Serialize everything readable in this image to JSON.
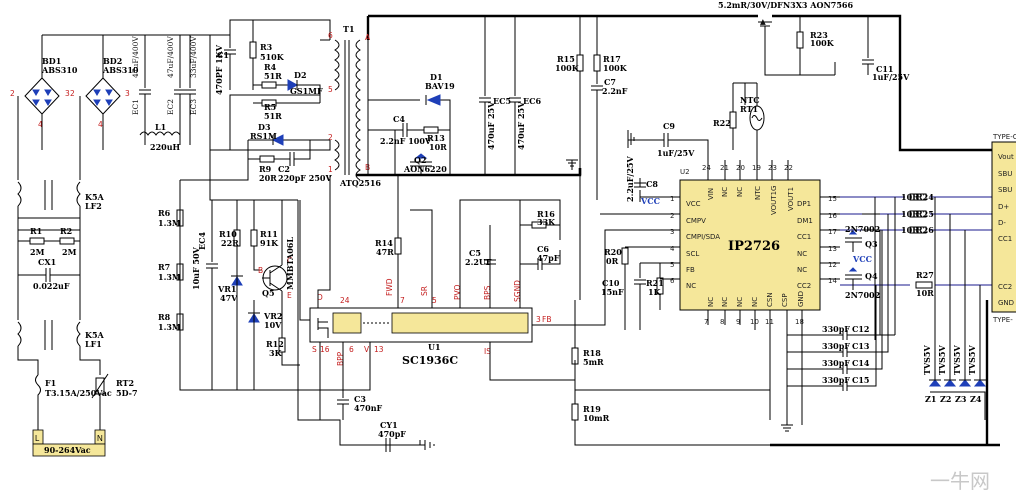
{
  "components": {
    "bd1": {
      "ref": "BD1",
      "value": "ABS310"
    },
    "bd2": {
      "ref": "BD2",
      "value": "ABS310"
    },
    "ec1": {
      "ref": "EC1",
      "value": "47uF/400V"
    },
    "ec2": {
      "ref": "EC2",
      "value": "47uF/400V"
    },
    "ec3": {
      "ref": "EC3",
      "value": "33uF/400V"
    },
    "c1": {
      "ref": "C1",
      "value": "470PF 1KV"
    },
    "r3": {
      "ref": "R3",
      "value": "510K"
    },
    "r4": {
      "ref": "R4",
      "value": "51R"
    },
    "r5": {
      "ref": "R5",
      "value": "51R"
    },
    "d2": {
      "ref": "D2",
      "value": "GS1MF"
    },
    "d3": {
      "ref": "D3",
      "value": "RS1M"
    },
    "r9": {
      "ref": "R9",
      "value": "20R"
    },
    "c2": {
      "ref": "C2",
      "value": "220pF 250V"
    },
    "t1": {
      "ref": "T1",
      "value": "ATQ2516"
    },
    "d1": {
      "ref": "D1",
      "value": "BAV19"
    },
    "c4": {
      "ref": "C4",
      "value": "2.2nF 100V"
    },
    "r13": {
      "ref": "R13",
      "value": "10R"
    },
    "q2": {
      "ref": "Q2",
      "value": "AON6220"
    },
    "ec5": {
      "ref": "EC5",
      "value": "470uF 25V"
    },
    "ec6": {
      "ref": "EC6",
      "value": "470uF 25V"
    },
    "r15": {
      "ref": "R15",
      "value": "100K"
    },
    "r17": {
      "ref": "R17",
      "value": "100K"
    },
    "c7": {
      "ref": "C7",
      "value": "2.2nF"
    },
    "r23": {
      "ref": "R23",
      "value": "100K"
    },
    "c11": {
      "ref": "C11",
      "value": "1uF/25V"
    },
    "l1": {
      "ref": "L1",
      "value": "220uH"
    },
    "k5a_lf2": {
      "ref": "LF2",
      "value": "K5A"
    },
    "k5a_lf1": {
      "ref": "LF1",
      "value": "K5A"
    },
    "r1": {
      "ref": "R1",
      "value": "2M"
    },
    "r2": {
      "ref": "R2",
      "value": "2M"
    },
    "cx1": {
      "ref": "CX1",
      "value": "0.022uF"
    },
    "f1": {
      "ref": "F1",
      "value": "T3.15A/250Vac"
    },
    "rt2": {
      "ref": "RT2",
      "value": "5D-7"
    },
    "r6": {
      "ref": "R6",
      "value": "1.3M"
    },
    "r7": {
      "ref": "R7",
      "value": "1.3M"
    },
    "r8": {
      "ref": "R8",
      "value": "1.3M"
    },
    "ec4": {
      "ref": "EC4",
      "value": "10uF 50V"
    },
    "r10": {
      "ref": "R10",
      "value": "22R"
    },
    "r11": {
      "ref": "R11",
      "value": "91K"
    },
    "vr1": {
      "ref": "VR1",
      "value": "47V"
    },
    "vr2": {
      "ref": "VR2",
      "value": "10V"
    },
    "q5": {
      "ref": "Q5",
      "value": "MMBTA06L"
    },
    "r12": {
      "ref": "R12",
      "value": "3K"
    },
    "r14": {
      "ref": "R14",
      "value": "47R"
    },
    "c5": {
      "ref": "C5",
      "value": "2.2UF"
    },
    "r16": {
      "ref": "R16",
      "value": "33K"
    },
    "c6": {
      "ref": "C6",
      "value": "47pF"
    },
    "c3": {
      "ref": "C3",
      "value": "470nF"
    },
    "cy1": {
      "ref": "CY1",
      "value": "470pF"
    },
    "r18": {
      "ref": "R18",
      "value": "5mR"
    },
    "r19": {
      "ref": "R19",
      "value": "10mR"
    },
    "c8": {
      "ref": "C8",
      "value": "2.2uF/25V"
    },
    "c9": {
      "ref": "C9",
      "value": "1uF/25V"
    },
    "r22": {
      "ref": "R22",
      "value": ""
    },
    "rt1": {
      "ref": "RT1",
      "value": "NTC"
    },
    "r20": {
      "ref": "R20",
      "value": "0R"
    },
    "c10": {
      "ref": "C10",
      "value": "15nF"
    },
    "r21": {
      "ref": "R21",
      "value": "1K"
    },
    "r24": {
      "ref": "R24",
      "value": "10R"
    },
    "r25": {
      "ref": "R25",
      "value": "10R"
    },
    "r26": {
      "ref": "R26",
      "value": "10R"
    },
    "r27": {
      "ref": "R27",
      "value": "10R"
    },
    "q3": {
      "ref": "Q3",
      "value": "2N7002"
    },
    "q4": {
      "ref": "Q4",
      "value": "2N7002"
    },
    "c12": {
      "ref": "C12",
      "value": "330pF"
    },
    "c13": {
      "ref": "C13",
      "value": "330pF"
    },
    "c14": {
      "ref": "C14",
      "value": "330pF"
    },
    "c15": {
      "ref": "C15",
      "value": "330pF"
    },
    "z1": {
      "ref": "Z1",
      "value": "TVS5V"
    },
    "z2": {
      "ref": "Z2",
      "value": "TVS5V"
    },
    "z3": {
      "ref": "Z3",
      "value": "TVS5V"
    },
    "z4": {
      "ref": "Z4",
      "value": "TVS5V"
    },
    "q1": {
      "ref": "",
      "value": "5.2mR/30V/DFN3X3 AON7566"
    }
  },
  "u1": {
    "ref": "U1",
    "part": "SC1936C",
    "pins_top": [
      {
        "name": "D",
        "num": "24"
      },
      {
        "name": "FWD",
        "num": "7"
      },
      {
        "name": "SR",
        "num": "5"
      },
      {
        "name": "PVO",
        "num": ""
      },
      {
        "name": "BPS",
        "num": ""
      },
      {
        "name": "SGND",
        "num": ""
      }
    ],
    "pins_bottom": [
      {
        "name": "S",
        "num": "16"
      },
      {
        "name": "BPP",
        "num": "6"
      },
      {
        "name": "V",
        "num": "13"
      },
      {
        "name": "IS",
        "num": ""
      }
    ],
    "pin_fb": {
      "name": "FB",
      "num": "3"
    }
  },
  "u2": {
    "ref": "U2",
    "part": "IP2726",
    "left_pins": [
      {
        "num": "1",
        "name": "VCC"
      },
      {
        "num": "2",
        "name": "CMPV"
      },
      {
        "num": "3",
        "name": "CMPI/SDA"
      },
      {
        "num": "4",
        "name": "SCL"
      },
      {
        "num": "5",
        "name": "FB"
      },
      {
        "num": "6",
        "name": "NC"
      }
    ],
    "right_pins": [
      {
        "num": "15",
        "name": "DP1"
      },
      {
        "num": "16",
        "name": "DM1"
      },
      {
        "num": "17",
        "name": "CC1"
      },
      {
        "num": "13",
        "name": "NC"
      },
      {
        "num": "12",
        "name": "NC"
      },
      {
        "num": "14",
        "name": "CC2"
      }
    ],
    "top_pins": [
      {
        "num": "24",
        "name": "VIN"
      },
      {
        "num": "21",
        "name": "NC"
      },
      {
        "num": "20",
        "name": "NC"
      },
      {
        "num": "19",
        "name": "NTC"
      },
      {
        "num": "23",
        "name": "VOUT1G"
      },
      {
        "num": "22",
        "name": "VOUT1"
      }
    ],
    "bottom_pins": [
      {
        "num": "7",
        "name": "NC"
      },
      {
        "num": "8",
        "name": "NC"
      },
      {
        "num": "9",
        "name": "NC"
      },
      {
        "num": "10",
        "name": "NC"
      },
      {
        "num": "11",
        "name": "CSN"
      },
      {
        "num": "",
        "name": "CSP"
      },
      {
        "num": "18",
        "name": "GND"
      }
    ]
  },
  "connector": {
    "title": "TYPE-C",
    "title_bottom": "TYPE-",
    "pins": [
      "Vout",
      "SBU",
      "SBU",
      "D+",
      "D-",
      "CC1",
      "CC2",
      "GND"
    ]
  },
  "net_labels": {
    "vcc_left": "VCC",
    "vcc_right": "VCC",
    "input": "90-264Vac",
    "line": "L",
    "neutral": "N"
  },
  "watermark": "一牛网"
}
